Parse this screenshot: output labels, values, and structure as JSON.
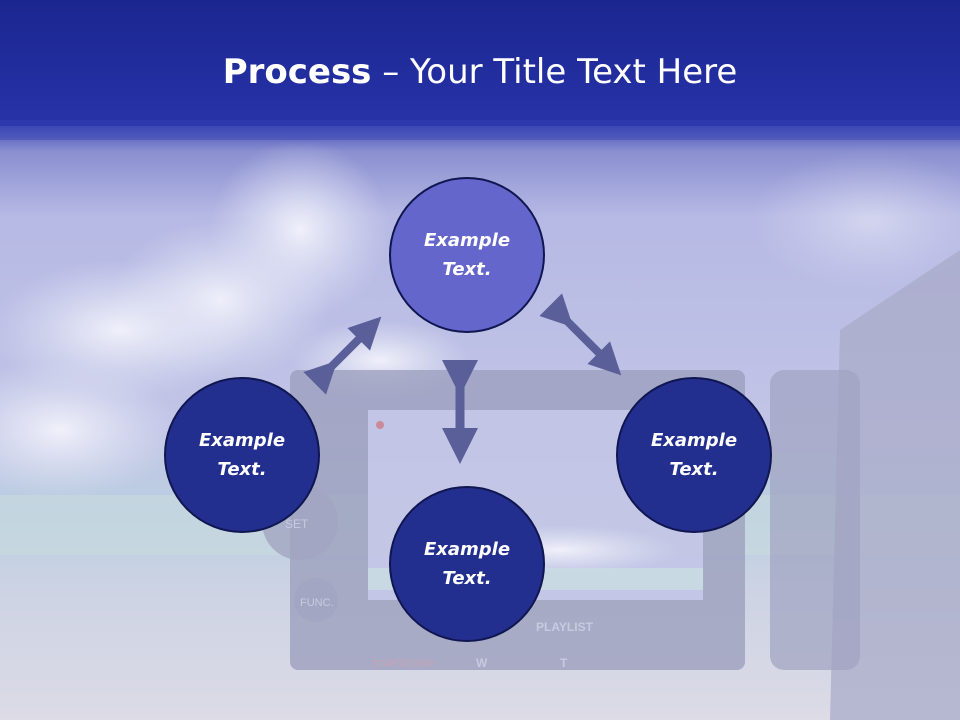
{
  "title": {
    "bold": "Process",
    "rest": " – Your Title Text Here"
  },
  "nodes": [
    {
      "label": "Example Text."
    },
    {
      "label": "Example Text."
    },
    {
      "label": "Example Text."
    },
    {
      "label": "Example Text."
    }
  ],
  "camera_screen": {
    "buttons": [
      "PLAYLIST",
      "W",
      "T",
      "START/STOP",
      "SET",
      "FUNC."
    ]
  },
  "colors": {
    "banner": "#1f2c9e",
    "node_fill": "#232f8f",
    "node_top_fill": "#6466cc",
    "arrow": "#5a5f9a"
  }
}
